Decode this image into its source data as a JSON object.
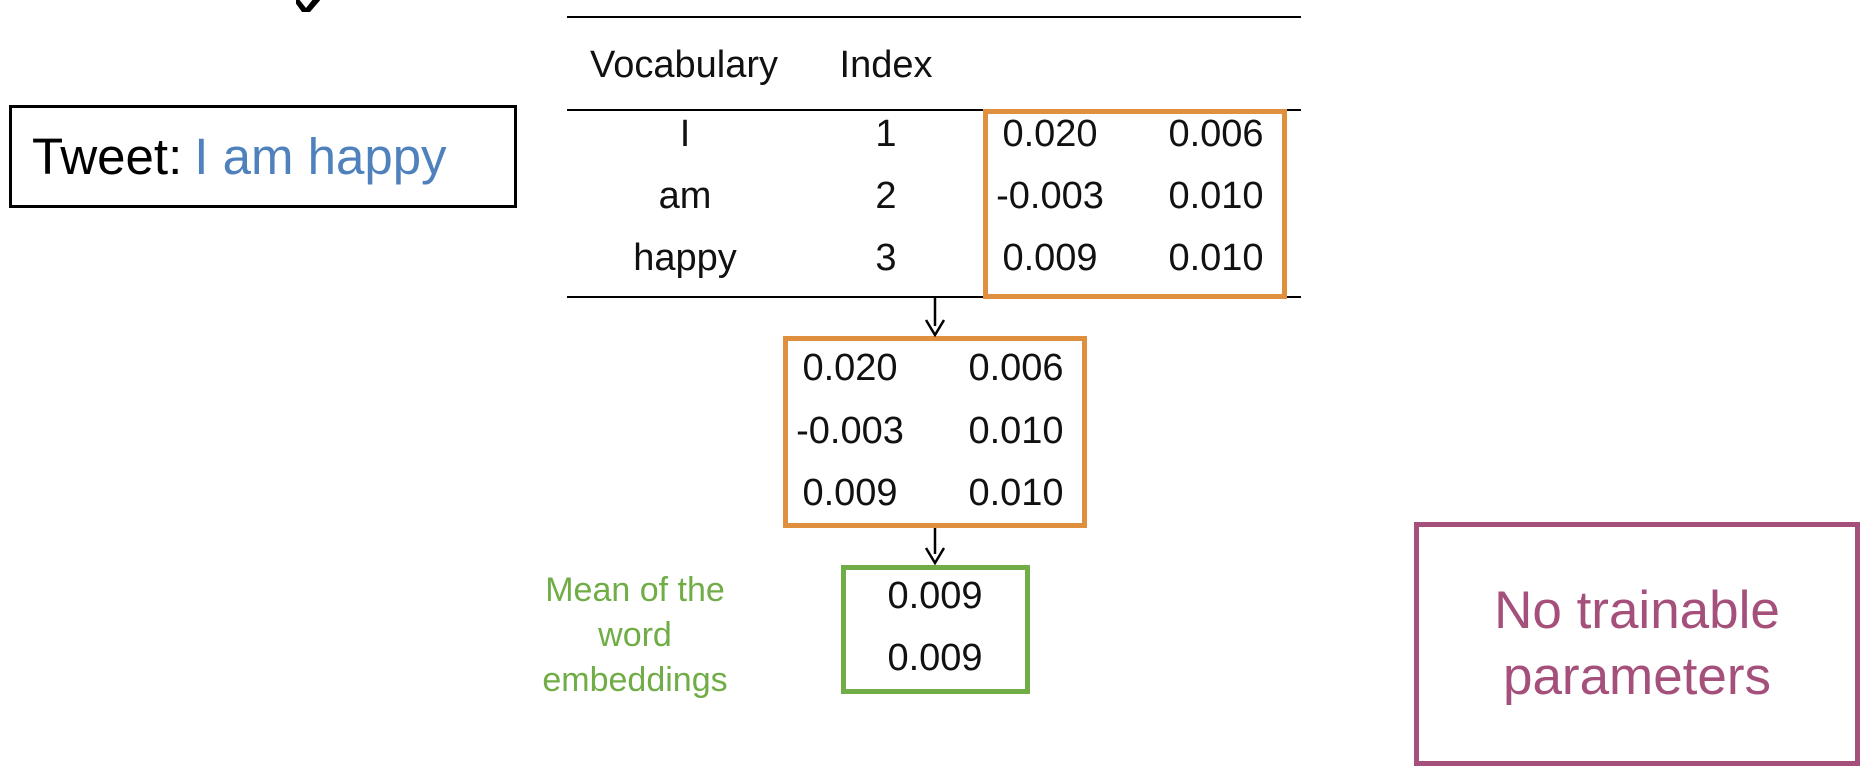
{
  "tweet": {
    "label": "Tweet:",
    "text": "I am happy"
  },
  "table": {
    "headers": {
      "vocabulary": "Vocabulary",
      "index": "Index"
    },
    "rows": [
      {
        "word": "I",
        "index": "1",
        "e1": "0.020",
        "e2": "0.006"
      },
      {
        "word": "am",
        "index": "2",
        "e1": "-0.003",
        "e2": "0.010"
      },
      {
        "word": "happy",
        "index": "3",
        "e1": "0.009",
        "e2": "0.010"
      }
    ]
  },
  "selected": {
    "rows": [
      {
        "e1": "0.020",
        "e2": "0.006"
      },
      {
        "e1": "-0.003",
        "e2": "0.010"
      },
      {
        "e1": "0.009",
        "e2": "0.010"
      }
    ]
  },
  "mean": {
    "values": [
      "0.009",
      "0.009"
    ],
    "caption": [
      "Mean of the",
      "word",
      "embeddings"
    ]
  },
  "note": {
    "lines": [
      "No trainable",
      "parameters"
    ]
  },
  "colors": {
    "tweet_text": "#4f81bd",
    "orange": "#e08f3e",
    "green": "#70ad47",
    "purple": "#a5507b"
  }
}
